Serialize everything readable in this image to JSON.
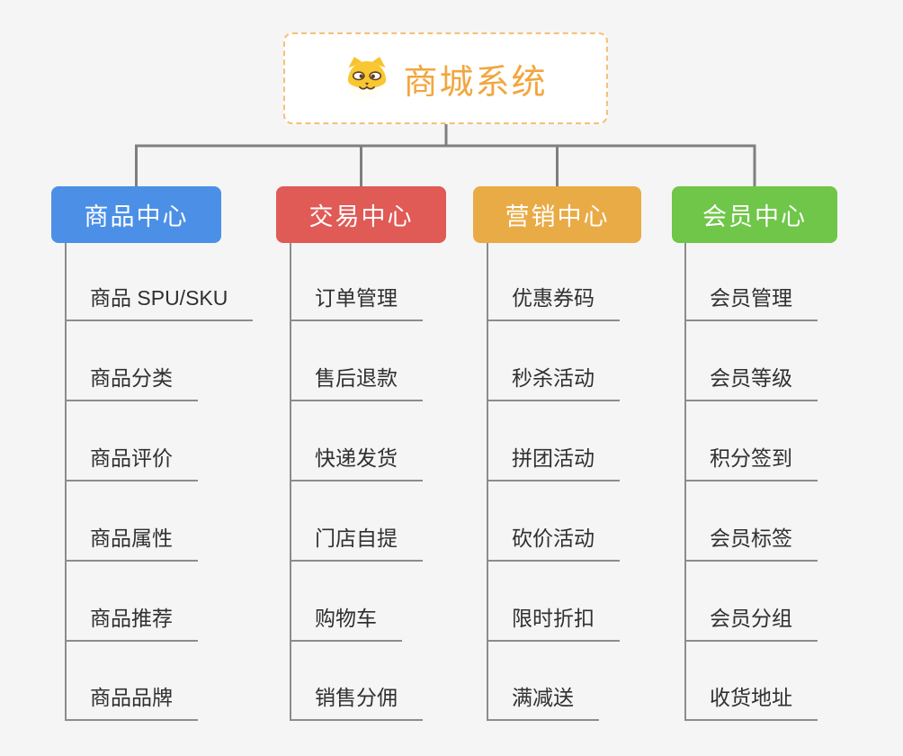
{
  "app": {
    "background": "#f5f5f5"
  },
  "connectors": {
    "main_color": "#7f7f7f",
    "sub_color": "#8c8c8c"
  },
  "root": {
    "label": "商城系统",
    "icon": "dog-face-icon",
    "text_color": "#f2a63e",
    "border_color": "#f5c078",
    "background": "#ffffff"
  },
  "child_text_color": "#303030",
  "branches": [
    {
      "label": "商品中心",
      "color": "#4b90e6",
      "text_color": "#ffffff",
      "children": [
        "商品 SPU/SKU",
        "商品分类",
        "商品评价",
        "商品属性",
        "商品推荐",
        "商品品牌"
      ]
    },
    {
      "label": "交易中心",
      "color": "#e05a56",
      "text_color": "#ffffff",
      "children": [
        "订单管理",
        "售后退款",
        "快递发货",
        "门店自提",
        "购物车",
        "销售分佣"
      ]
    },
    {
      "label": "营销中心",
      "color": "#e9ab45",
      "text_color": "#ffffff",
      "children": [
        "优惠券码",
        "秒杀活动",
        "拼团活动",
        "砍价活动",
        "限时折扣",
        "满减送"
      ]
    },
    {
      "label": "会员中心",
      "color": "#6fc648",
      "text_color": "#ffffff",
      "children": [
        "会员管理",
        "会员等级",
        "积分签到",
        "会员标签",
        "会员分组",
        "收货地址"
      ]
    }
  ]
}
